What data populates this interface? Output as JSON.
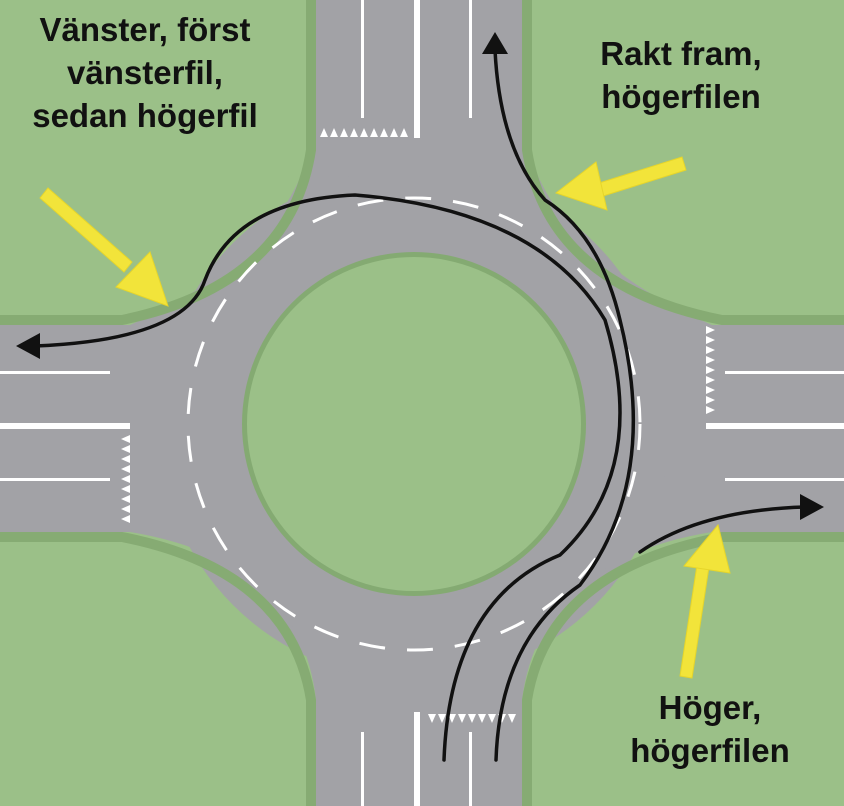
{
  "labels": {
    "left_turn": {
      "line1": "Vänster, först",
      "line2": "vänsterfil,",
      "line3": "sedan högerfil"
    },
    "straight": {
      "line1": "Rakt fram,",
      "line2": "högerfilen"
    },
    "right_turn": {
      "line1": "Höger,",
      "line2": "högerfilen"
    }
  },
  "colors": {
    "grass": "#9bc088",
    "road": "#a2a2a6",
    "road_edge": "#7d9e6d",
    "marking": "#ffffff",
    "path_line": "#111111",
    "callout_arrow": "#f2e43a"
  },
  "icons": {
    "path_arrowhead": "triangle-arrowhead",
    "callout": "yellow-arrow"
  }
}
